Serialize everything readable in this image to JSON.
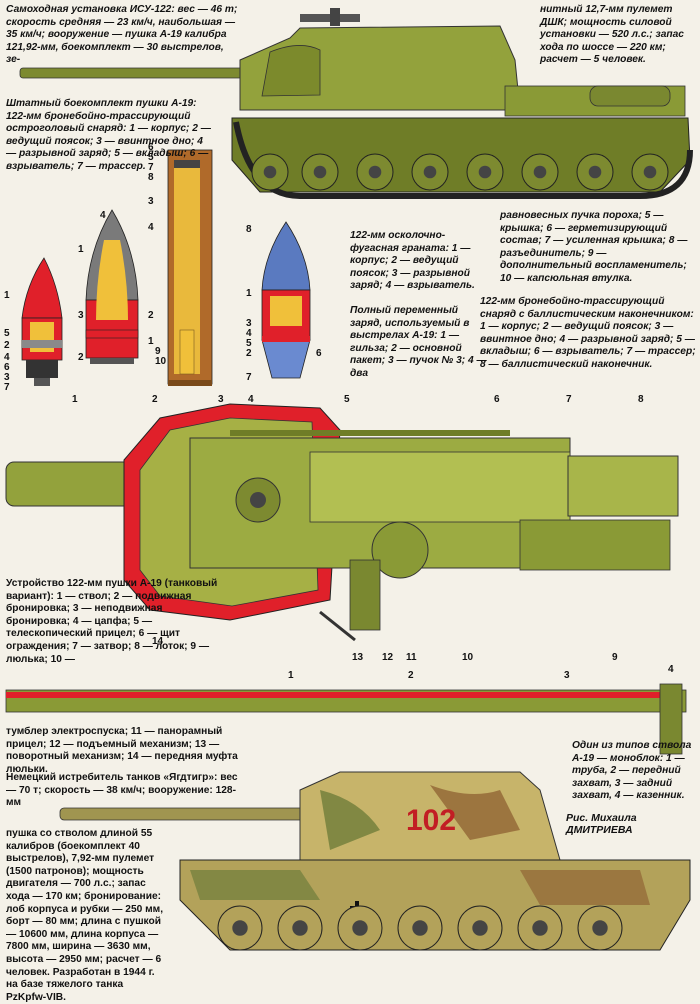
{
  "isu": {
    "text_left": "Самоходная установка ИСУ-122: вес — 46 т; скорость средняя — 23 км/ч, наибольшая — 35 км/ч; вооружение — пушка А-19 калибра 121,92-мм, боекомплект — 30 выстрелов, зе-",
    "text_right": "нитный 12,7-мм пулемет ДШК; мощность силовой установки — 520 л.с.; запас хода по шоссе — 220 км; расчет — 5 человек."
  },
  "ammo": {
    "intro": "Штатный боекомплект пушки А-19: 122-мм бронебойно-трассирующий остроголовый снаряд: 1 — корпус; 2 — ведущий поясок; 3 — ввинтное дно; 4 — разрывной заряд; 5 — вкладыш; 6 — взрыватель; 7 — трассер.",
    "he": "122-мм осколочно-фугасная граната: 1 — корпус; 2 — ведущий поясок; 3 — разрывной заряд; 4 — взрыватель.",
    "charge": "Полный переменный заряд, используемый в выстрелах А-19: 1 — гильза; 2 — основной пакет; 3 — пучок № 3; 4 — два",
    "charge_cont": "равновесных пучка пороха; 5 — крышка; 6 — герметизирующий состав; 7 — усиленная крышка; 8 — разъединитель; 9 — дополнительный воспламенитель; 10 — капсюльная втулка.",
    "ap_ballistic": "122-мм бронебойно-трассирующий снаряд с баллистическим наконечником: 1 — корпус; 2 — ведущий поясок; 3 — ввинтное дно; 4 — разрывной заряд; 5 — вкладыш; 6 — взрыватель; 7 — трассер; 8 — баллистический наконечник."
  },
  "gun": {
    "text": "Устройство 122-мм пушки А-19 (танковый вариант): 1 — ствол; 2 — подвижная бронировка; 3 — неподвижная бронировка; 4 — цапфа; 5 — телескопический прицел; 6 — щит ограждения; 7 — затвор; 8 — лоток; 9 — люлька; 10 —",
    "text_cont": "тумблер электроспуска; 11 — панорамный прицел; 12 — подъемный механизм; 13 — поворотный механизм; 14 — передняя муфта люльки.",
    "top_labels": [
      "1",
      "2",
      "3",
      "4",
      "5",
      "6",
      "7",
      "8"
    ],
    "bottom_labels": [
      "13",
      "12",
      "11",
      "10",
      "9"
    ],
    "left_label": "14"
  },
  "barrel": {
    "labels": [
      "1",
      "2",
      "3",
      "4"
    ],
    "text": "Один из типов ствола А-19 — моноблок: 1 — труба, 2 — передний захват, 3 — задний захват, 4 — казенник."
  },
  "jagdtiger": {
    "text_top": "Немецкий истребитель танков «Ягдтигр»: вес — 70 т; скорость — 38 км/ч; вооружение: 128-мм",
    "text_bottom": "пушка со стволом длиной 55 калибров (боекомплект 40 выстрелов), 7,92-мм пулемет (1500 патронов); мощность двигателя — 700 л.с.; запас хода — 170 км; бронирование: лоб корпуса и рубки — 250 мм, борт — 80 мм; длина с пушкой — 10600 мм, длина корпуса — 7800 мм, ширина — 3630 мм, высота — 2950 мм; расчет — 6 человек. Разработан в 1944 г. на базе тяжелого танка PzKpfw-VIB.",
    "turret_number": "102"
  },
  "credit": "Рис. Михаила ДМИТРИЕВА",
  "shell_labels": {
    "ap": [
      "1",
      "5",
      "2",
      "4",
      "6",
      "3",
      "7"
    ],
    "he": [
      "4",
      "1",
      "3",
      "2"
    ],
    "charge": [
      "6",
      "5",
      "7",
      "8",
      "3",
      "4",
      "2",
      "1",
      "9",
      "10"
    ],
    "apb": [
      "8",
      "1",
      "3",
      "4",
      "5",
      "2",
      "7",
      "6"
    ]
  },
  "colors": {
    "olive": "#8a9a3a",
    "olive_dark": "#5f6d22",
    "armor_red": "#e0202a",
    "brass": "#b06a2a",
    "powder": "#e9b93c"
  }
}
